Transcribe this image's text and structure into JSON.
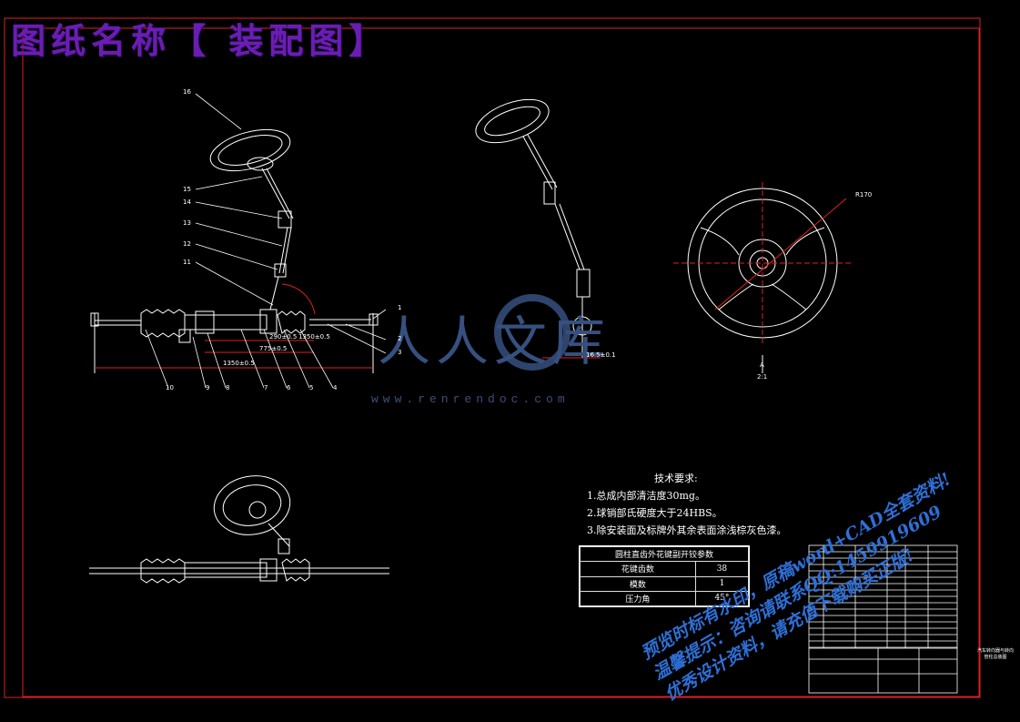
{
  "title_banner": "图纸名称【 装配图】",
  "technical_requirements": {
    "heading": "技术要求:",
    "items": [
      "1.总成内部清洁度30mg。",
      "2.球销部氏硬度大于24HBS。",
      "3.除安装面及标牌外其余表面涂浅棕灰色漆。"
    ]
  },
  "parameter_table": {
    "title": "圆柱直齿外花键副开铰参数",
    "rows": [
      {
        "label": "花键齿数",
        "value": "38"
      },
      {
        "label": "模数",
        "value": "1"
      },
      {
        "label": "压力角",
        "value": "45°"
      }
    ]
  },
  "watermark": {
    "logo_text": "人人文库",
    "site": "www.renrendoc.com",
    "promo_lines": [
      "预览时标有水印，原稿word+CAD全套资料!",
      "温馨提示：咨询请联系QQ:1459919609",
      "优秀设计资料，请充值下载购买正版!"
    ]
  },
  "dimensions": {
    "d1": "1350±0.5",
    "d2": "775±0.5",
    "d3": "290±0.5",
    "d4": "1350±0.5",
    "d5": "R170",
    "d6": "16.5±0.1",
    "scale": "2:1",
    "view": "A"
  },
  "callouts": [
    "16",
    "15",
    "14",
    "13",
    "12",
    "11",
    "1",
    "2",
    "3",
    "4",
    "5",
    "6",
    "7",
    "8",
    "9",
    "10"
  ],
  "side_note": "汽车转向器与转向管柱总装图",
  "colors": {
    "banner": "#6a1db3",
    "frame": "#e02020",
    "watermark": "#2e6fd6"
  }
}
